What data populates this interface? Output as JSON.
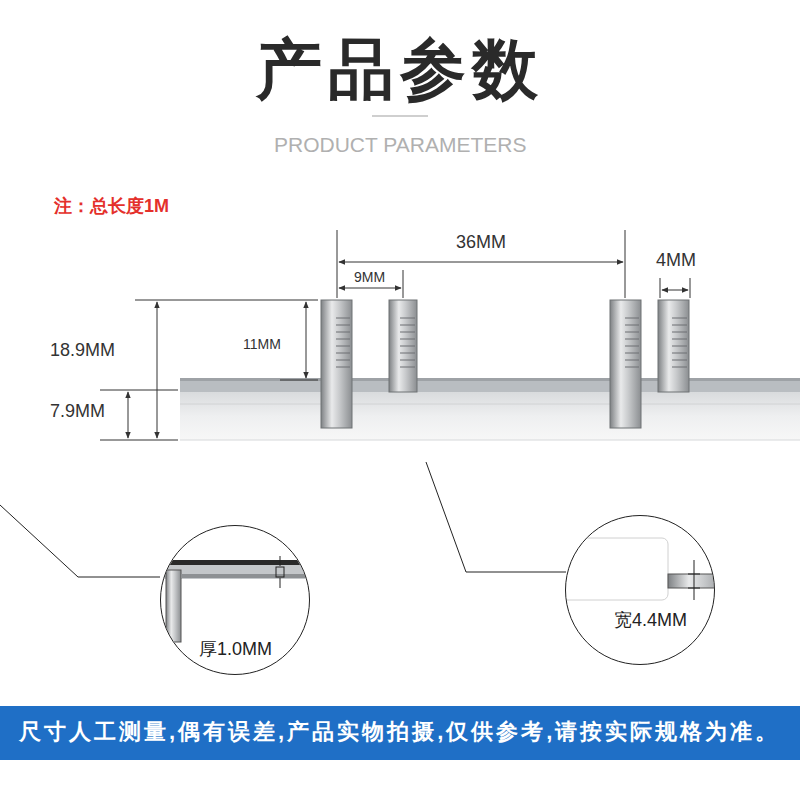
{
  "diagram": {
    "title": "产品参数",
    "nodes": [
      {
        "text": [
          "厚1.0MM"
        ]
      },
      {
        "text": [
          "宽4.4MM"
        ]
      },
      {
        "text": [
          "尺寸人工测量,偶有误差,产品实物拍摄,仅供参考,请按实际规格为准。"
        ]
      }
    ],
    "labels": [
      "PRODUCT PARAMETERS",
      "注：总长度1M",
      "36MM",
      "9MM",
      "4MM",
      "18.9MM",
      "11MM",
      "7.9MM"
    ]
  }
}
